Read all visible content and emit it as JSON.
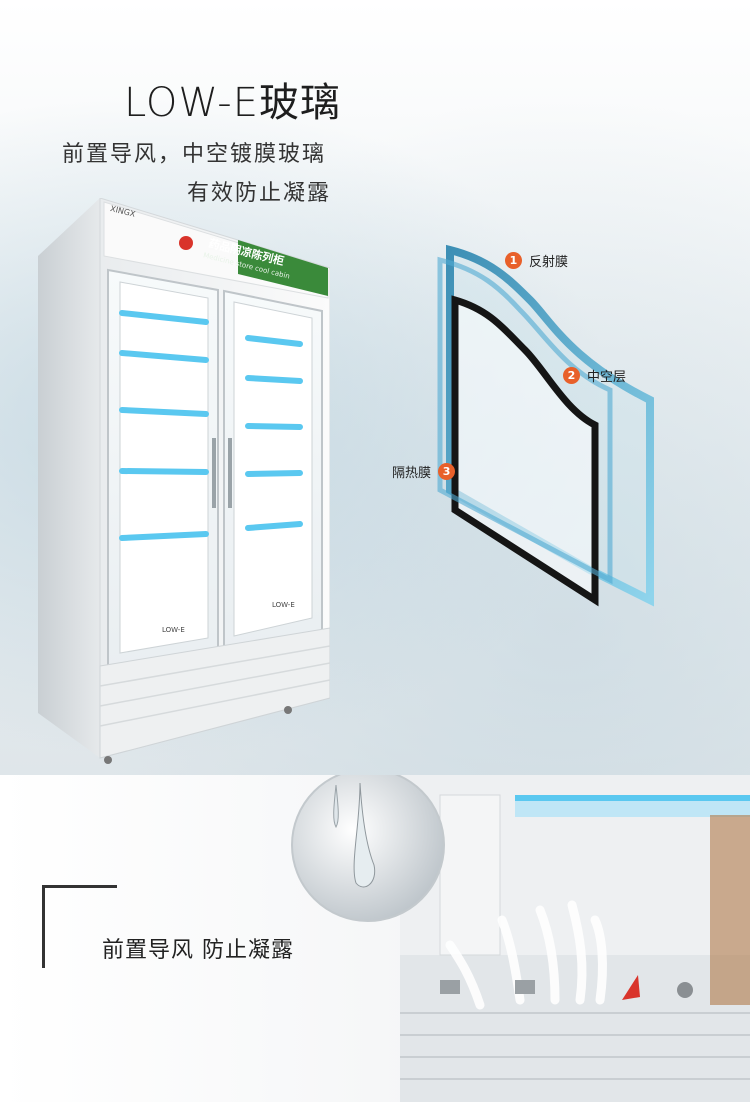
{
  "hero": {
    "title": "LOW-E玻璃",
    "subtitle_line1": "前置导风，中空镀膜玻璃",
    "subtitle_line2": "有效防止凝露"
  },
  "fridge": {
    "brand": "XINGX",
    "sign_title": "药品阴凉陈列柜",
    "sign_subtitle": "Medicine store cool cabin",
    "door_tag_left": "LOW-E",
    "door_tag_right": "LOW-E"
  },
  "glass_layers": [
    {
      "number": "1",
      "label": "反射膜"
    },
    {
      "number": "2",
      "label": "中空层"
    },
    {
      "number": "3",
      "label": "隔热膜"
    }
  ],
  "bottom": {
    "caption": "前置导风 防止凝露"
  },
  "colors": {
    "badge": "#e8602a",
    "shelf_led": "#5ac8f0",
    "sign_green": "#3a8a3a"
  }
}
